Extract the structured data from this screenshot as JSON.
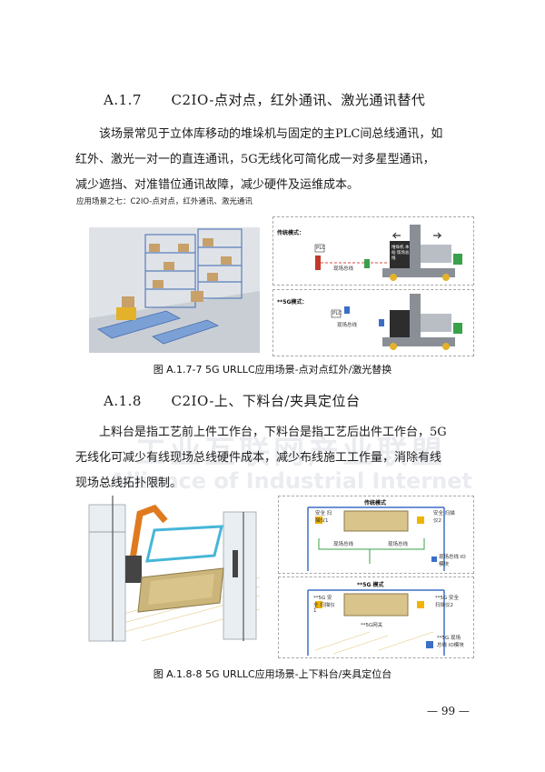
{
  "section1": {
    "number": "A.1.7",
    "title": "C2IO-点对点，红外通讯、激光通讯替代",
    "body_lines": [
      "该场景常见于立体库移动的堆垛机与固定的主PLC间总线通讯，如",
      "红外、激光一对一的直连通讯，5G无线化可简化成一对多星型通讯，",
      "减少遮挡、对准错位通讯故障，减少硬件及运维成本。"
    ],
    "figure_subtitle": "应用场景之七：C2IO-点对点，红外通讯、激光通讯",
    "diagram": {
      "mode_traditional": "传统模式：",
      "mode_5g": "**5G模式：",
      "plc": "PLC",
      "fieldbus": "现场总线",
      "stacker": "堆垛机 本站 现场总线"
    },
    "figure_caption": "图 A.1.7-7  5G URLLC应用场景-点对点红外/激光替换"
  },
  "section2": {
    "number": "A.1.8",
    "title": "C2IO-上、下料台/夹具定位台",
    "body_lines": [
      "上料台是指工艺前上件工作台，下料台是指工艺后出件工作台，5G",
      "无线化可减少有线现场总线硬件成本，减少布线施工工作量，消除有线",
      "现场总线拓扑限制。"
    ],
    "diagram": {
      "mode_traditional": "传统模式",
      "mode_5g": "**5G 模式",
      "safety_grating_1": "安全 扫描仪1",
      "safety_grating_2": "安全 扫描仪2",
      "safety_grating_5g_1": "**5G 安全 扫描仪1",
      "safety_grating_5g_2": "**5G 安全 扫描仪2",
      "fieldbus": "现场总线",
      "io_module": "现场总线 IO模块",
      "io_module_5g": "**5G 现场总线 IO模块",
      "gateway_5g": "**5G网关"
    },
    "figure_caption": "图 A.1.8-8 5G URLLC应用场景-上下料台/夹具定位台"
  },
  "watermark": {
    "line1": "工业互联网产业联盟",
    "line2": "Alliance of Industrial Internet"
  },
  "page_number": "— 99 —",
  "colors": {
    "orange": "#e58a1f",
    "blue": "#3b6fc7",
    "green": "#3aa04a",
    "yellow": "#f0b400",
    "gray": "#9aa0a6"
  }
}
